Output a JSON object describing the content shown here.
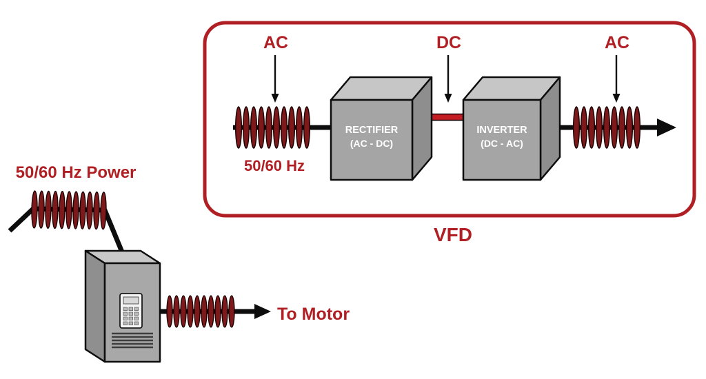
{
  "colors": {
    "accent_red": "#b01f24",
    "waveform_maroon": "#7d181b",
    "dc_link_red": "#c41e25",
    "enclosure_border_red": "#b01f24",
    "cube_top_gray": "#c6c6c6",
    "cube_front_gray": "#a5a5a5",
    "cube_side_gray": "#8e8e8e",
    "line_black": "#0d0d0d",
    "block_text_white": "#ffffff"
  },
  "vfd": {
    "enclosure_label": "VFD",
    "ac_input_label": "AC",
    "dc_label": "DC",
    "ac_output_label": "AC",
    "input_frequency_label": "50/60 Hz",
    "rectifier_title": "RECTIFIER",
    "rectifier_subtitle": "(AC - DC)",
    "inverter_title": "INVERTER",
    "inverter_subtitle": "(DC - AC)"
  },
  "drive": {
    "input_power_label": "50/60 Hz Power",
    "output_label": "To Motor"
  },
  "icons": {
    "drive_keypad": "keypad-icon",
    "drive_vents": "vent-lines-icon",
    "flow_arrows": "arrow-icon"
  }
}
